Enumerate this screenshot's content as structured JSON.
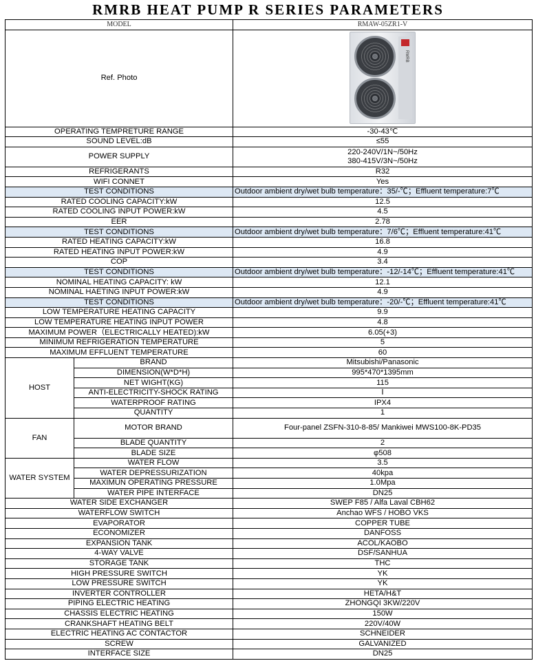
{
  "title": "RMRB HEAT PUMP R SERIES PARAMETERS",
  "header": {
    "label": "MODEL",
    "value": "RMAW-05ZR1-V"
  },
  "photo": {
    "label": "Ref. Photo",
    "brand_mark": "RMRB"
  },
  "rows": [
    {
      "label": "OPERATING TEMPRETURE RANGE",
      "value": "-30-43℃"
    },
    {
      "label": "SOUND LEVEL:dB",
      "value": "≤55"
    },
    {
      "label": "POWER SUPPLY",
      "value": "220-240V/1N~/50Hz",
      "value2": "380-415V/3N~/50Hz"
    },
    {
      "label": "REFRIGERANTS",
      "value": "R32"
    },
    {
      "label": "WIFI CONNET",
      "value": "Yes"
    },
    {
      "label": "TEST CONDITIONS",
      "value": "Outdoor ambient dry/wet bulb temperature：35/-℃；Effluent temperature:7℃",
      "tc": true
    },
    {
      "label": "RATED COOLING CAPACITY:kW",
      "value": "12.5"
    },
    {
      "label": "RATED COOLING INPUT POWER:kW",
      "value": "4.5"
    },
    {
      "label": "EER",
      "value": "2.78"
    },
    {
      "label": "TEST CONDITIONS",
      "value": "Outdoor ambient dry/wet bulb temperature：7/6℃；Effluent temperature:41℃",
      "tc": true
    },
    {
      "label": "RATED HEATING CAPACITY:kW",
      "value": "16.8"
    },
    {
      "label": "RATED HEATING INPUT POWER:kW",
      "value": "4.9"
    },
    {
      "label": "COP",
      "value": "3.4"
    },
    {
      "label": "TEST CONDITIONS",
      "value": "Outdoor ambient dry/wet bulb temperature：-12/-14℃；Effluent temperature:41℃",
      "tc": true
    },
    {
      "label": "NOMINAL HEATING CAPACITY: kW",
      "value": "12.1"
    },
    {
      "label": "NOMINAL HAETING INPUT POWER:kW",
      "value": "4.9"
    },
    {
      "label": "TEST CONDITIONS",
      "value": "Outdoor ambient dry/wet bulb temperature：-20/-℃；Effluent temperature:41℃",
      "tc": true
    },
    {
      "label": "LOW TEMPERATURE HEATING CAPACITY",
      "value": "9.9"
    },
    {
      "label": "LOW TEMPERATURE HEATING INPUT POWER",
      "value": "4.8"
    },
    {
      "label": "MAXIMUM POWER（ELECTRICALLY HEATED):kW",
      "value": "6.05(+3)"
    },
    {
      "label": "MINIMUM REFRIGERATION TEMPERATURE",
      "value": "5"
    },
    {
      "label": "MAXIMUM EFFLUENT TEMPERATURE",
      "value": "60"
    }
  ],
  "groups": [
    {
      "name": "HOST",
      "rows": [
        {
          "label": "BRAND",
          "value": "Mitsubishi/Panasonic"
        },
        {
          "label": "DIMENSION(W*D*H)",
          "value": "995*470*1395mm"
        },
        {
          "label": "NET WIGHT(KG)",
          "value": "115"
        },
        {
          "label": "ANTI-ELECTRICITY-SHOCK RATING",
          "value": "Ⅰ"
        },
        {
          "label": "WATERPROOF RATING",
          "value": "IPX4"
        },
        {
          "label": "QUANTITY",
          "value": "1"
        }
      ]
    },
    {
      "name": "FAN",
      "rows": [
        {
          "label": "MOTOR BRAND",
          "value": "Four-panel ZSFN-310-8-85/ Mankiwei MWS100-8K-PD35"
        },
        {
          "label": "BLADE QUANTITY",
          "value": "2"
        },
        {
          "label": "BLADE SIZE",
          "value": "φ508"
        }
      ]
    },
    {
      "name": "WATER SYSTEM",
      "rows": [
        {
          "label": "WATER FLOW",
          "value": "3.5"
        },
        {
          "label": "WATER DEPRESSURIZATION",
          "value": "40kpa"
        },
        {
          "label": "MAXIMUN OPERATING PRESSURE",
          "value": "1.0Mpa"
        },
        {
          "label": "WATER PIPE INTERFACE",
          "value": "DN25"
        }
      ]
    }
  ],
  "tail": [
    {
      "label": "WATER SIDE EXCHANGER",
      "value": "SWEP F85 / Alfa Laval CBH62"
    },
    {
      "label": "WATERFLOW SWITCH",
      "value": "Anchao WFS / HOBO VKS"
    },
    {
      "label": "EVAPORATOR",
      "value": "COPPER TUBE"
    },
    {
      "label": "ECONOMIZER",
      "value": "DANFOSS"
    },
    {
      "label": "EXPANSION TANK",
      "value": "ACOL/KAOBO"
    },
    {
      "label": "4-WAY VALVE",
      "value": "DSF/SANHUA"
    },
    {
      "label": "STORAGE TANK",
      "value": "THC"
    },
    {
      "label": "HIGH PRESSURE SWITCH",
      "value": "YK"
    },
    {
      "label": "LOW PRESSURE SWITCH",
      "value": "YK"
    },
    {
      "label": "INVERTER CONTROLLER",
      "value": "HETA/H&T"
    },
    {
      "label": "PIPING ELECTRIC HEATING",
      "value": "ZHONGQI 3KW/220V"
    },
    {
      "label": "CHASSIS ELECTRIC HEATING",
      "value": "150W"
    },
    {
      "label": "CRANKSHAFT HEATING BELT",
      "value": "220V/40W"
    },
    {
      "label": "ELECTRIC HEATING AC CONTACTOR",
      "value": "SCHNEIDER"
    },
    {
      "label": "SCREW",
      "value": "GALVANIZED"
    },
    {
      "label": "INTERFACE SIZE",
      "value": "DN25"
    }
  ]
}
